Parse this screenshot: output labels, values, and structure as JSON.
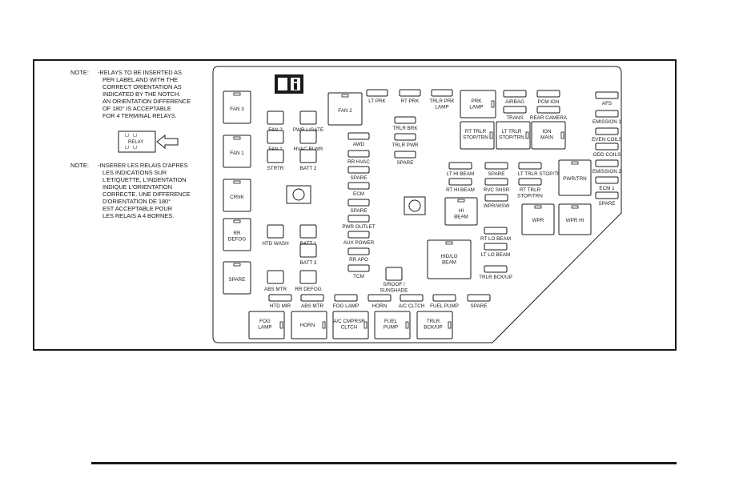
{
  "notes": {
    "en_label": "NOTE:",
    "en_lines": [
      "-RELAYS TO BE INSERTED AS",
      "PER LABEL AND WITH THE",
      "CORRECT ORIENTATION AS",
      "INDICATED BY THE NOTCH.",
      "AN ORIENTATION DIFFERENCE",
      "OF 180° IS ACCEPTABLE",
      "FOR 4 TERMINAL RELAYS."
    ],
    "relay_label": "RELAY",
    "fr_label": "NOTE:",
    "fr_lines": [
      "-INSERER LES RELAIS D'APRES",
      "LES INDICATIONS SUR",
      "L'ETIQUETTE, L'INDENTATION",
      "INDIQUE L'ORIENTATION",
      "CORRECTE. UNE DIFFERENCE",
      "D'ORIENTATION DE 180°",
      "EST ACCEPTABLE POUR",
      "LES RELAIS A 4 BORNES."
    ]
  },
  "relays_left": [
    "FAN 3",
    "FAN 1",
    "CRNK",
    "RR\nDEFOG",
    "SPARE"
  ],
  "small_relays": [
    "FAN 2",
    "PWR L/GATE",
    "FAN 1",
    "HVAC BLWR",
    "STRTR",
    "BATT 2",
    "HTD WASH",
    "BATT 1",
    "BATT 3",
    "ABS MTR",
    "RR DEFOG"
  ],
  "fan2_relay": "FAN 2",
  "center_fuses": [
    "AWD",
    "RR HVAC",
    "SPARE",
    "ECM",
    "SPARE",
    "PWR OUTLET",
    "AUX POWER",
    "RR APO",
    "TCM"
  ],
  "top_fuses": [
    "LT PRK",
    "RT PRK",
    "TRLR PRK\nLAMP"
  ],
  "trlr_fuses": [
    "TRLR BRK",
    "TRLR PWR",
    "SPARE"
  ],
  "sroof": "S/ROOF /\nSUNSHADE",
  "prk_lamp": "PRK\nLAMP",
  "airbag_fuses": [
    "AIRBAG",
    "PCM IGN",
    "TRANS",
    "REAR CAMERA"
  ],
  "mid_relays": [
    "RT TRLR\nSTOP/TRN",
    "LT TRLR\nSTOP/TRN",
    "IGN\nMAIN"
  ],
  "right_fuses": [
    "AFS",
    "EMISSION 1",
    "EVEN COILS",
    "ODD COILS",
    "EMISSION 2",
    "ECM 1",
    "SPARE"
  ],
  "beam_fuses": [
    "LT HI BEAM",
    "SPARE",
    "LT TRLR STOP/TRN",
    "RT HI BEAM",
    "RVC SNSR",
    "RT TRLR\nSTOP/TRN",
    "WPR/WSW"
  ],
  "hi_beam": "HI\nBEAM",
  "hid_lo_beam": "HID/LO\nBEAM",
  "lo_beam_fuses": [
    "RT LO BEAM",
    "LT LO BEAM",
    "TRLR BCK/UP"
  ],
  "pwr_trn": "PWR/TRN",
  "wpr_relays": [
    "WPR",
    "WPR HI"
  ],
  "bottom_fuses": [
    "HTD MIR",
    "ABS MTR",
    "FOG LAMP",
    "HORN",
    "A/C CLTCH",
    "FUEL PUMP",
    "SPARE"
  ],
  "bottom_relays": [
    "FOG\nLAMP",
    "HORN",
    "A/C CMPRSR\nCLTCH",
    "FUEL\nPUMP",
    "TRLR\nBCK/UP"
  ],
  "icons": [
    "owner-manual-icon",
    "relay-arrow-icon"
  ]
}
